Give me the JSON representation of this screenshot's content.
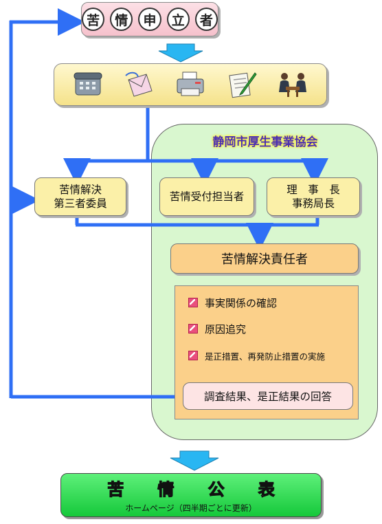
{
  "complainant": {
    "chars": [
      "苦",
      "情",
      "申",
      "立",
      "者"
    ]
  },
  "methods": {
    "icons": [
      "telephone-icon",
      "letter-icon",
      "fax-icon",
      "document-icon",
      "meeting-icon"
    ]
  },
  "association": {
    "title": "静岡市厚生事業協会"
  },
  "third_party": {
    "line1": "苦情解決",
    "line2": "第三者委員"
  },
  "receptionist": {
    "label": "苦情受付担当者"
  },
  "director": {
    "line1": "理　事　長",
    "line2": "事務局長"
  },
  "responsible": {
    "label": "苦情解決責任者"
  },
  "tasks": [
    {
      "label": "事実関係の確認"
    },
    {
      "label": "原因追究"
    },
    {
      "label": "是正措置、再発防止措置の実施"
    }
  ],
  "answer": {
    "label": "調査結果、是正結果の回答"
  },
  "publication": {
    "chars": [
      "苦",
      "情",
      "公",
      "表"
    ],
    "subtitle": "ホームページ（四半期ごとに更新）"
  },
  "colors": {
    "arrow": "#2f6ff5",
    "big_arrow": "#29b6f2",
    "panel": "#d9f7cf",
    "publication": "#15c83a"
  }
}
